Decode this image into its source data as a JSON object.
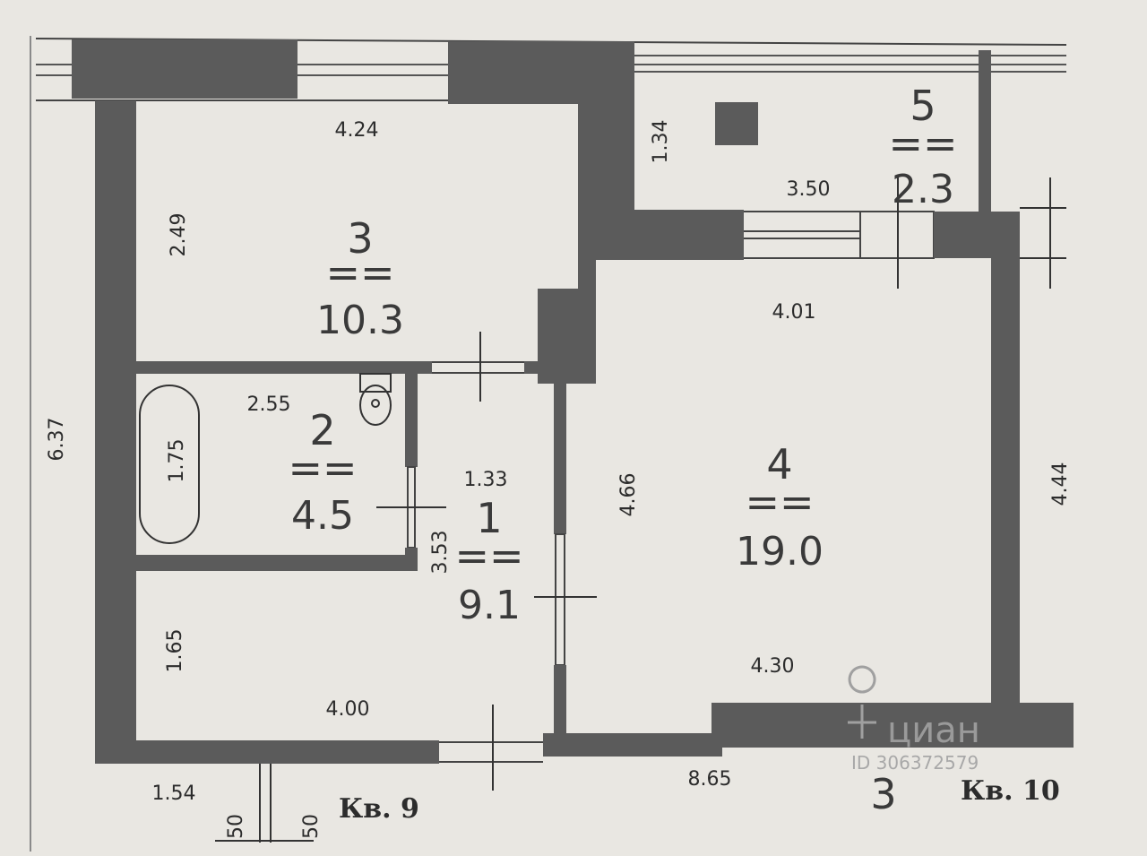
{
  "rooms": [
    {
      "id": "1",
      "number": "1",
      "area": "9.1"
    },
    {
      "id": "2",
      "number": "2",
      "area": "4.5"
    },
    {
      "id": "3",
      "number": "3",
      "area": "10.3"
    },
    {
      "id": "4",
      "number": "4",
      "area": "19.0"
    },
    {
      "id": "5",
      "number": "5",
      "area": "2.3"
    }
  ],
  "dimensions": {
    "room3_width": "4.24",
    "room3_depth": "2.49",
    "room5_depth": "1.34",
    "room5_width": "3.50",
    "room4_width_top": "4.01",
    "room4_depth_left": "4.66",
    "room4_depth_right": "4.44",
    "room4_width_bottom": "4.30",
    "room2_width": "2.55",
    "room2_bath_length": "1.75",
    "room1_width": "1.33",
    "room1_depth": "3.53",
    "hall_depth": "1.65",
    "hall_width": "4.00",
    "overall_depth": "6.37",
    "overall_width": "8.65",
    "entry_offset": "1.54",
    "entry_left": "50",
    "entry_right": "50"
  },
  "equals_mark": "==",
  "apartments": {
    "left": "Кв. 9",
    "right": "Кв. 10",
    "floor_mark": "3"
  },
  "watermark": {
    "brand": "циан",
    "id_text": "ID 306372579"
  },
  "colors": {
    "wall": "#5b5b5b",
    "paper": "#e9e7e2",
    "line": "#333333"
  }
}
